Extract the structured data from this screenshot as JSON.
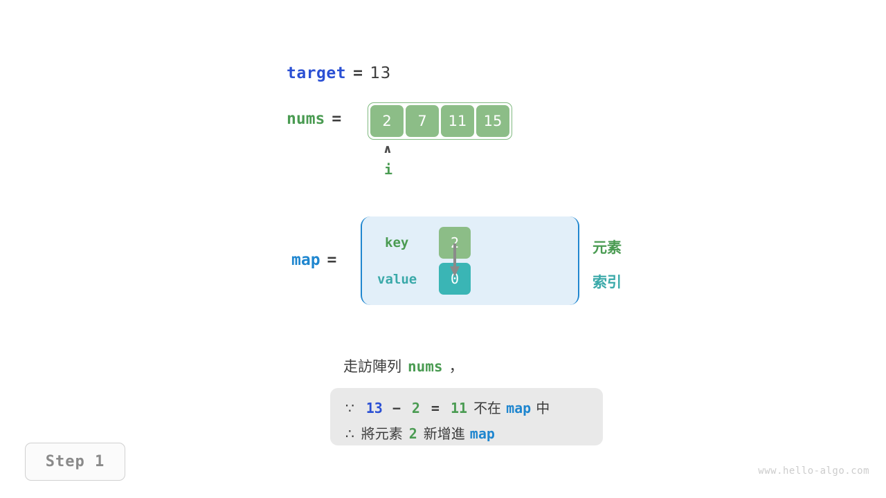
{
  "target": {
    "name": "target",
    "eq": "=",
    "value": "13"
  },
  "nums": {
    "name": "nums",
    "eq": "=",
    "cells": [
      "2",
      "7",
      "11",
      "15"
    ],
    "pointer": {
      "caret": "∧",
      "label": "i",
      "index": 0
    }
  },
  "map": {
    "name": "map",
    "eq": "=",
    "row_labels": {
      "key": "key",
      "value": "value"
    },
    "entries": [
      {
        "key": "2",
        "value": "0"
      }
    ],
    "side_labels": {
      "element": "元素",
      "index": "索引"
    }
  },
  "description": {
    "prefix": "走訪陣列",
    "var": "nums",
    "suffix": "，"
  },
  "callout": {
    "line1": {
      "symbol": "∵",
      "target_value": "13",
      "minus": "−",
      "elem_value": "2",
      "equals": "=",
      "result": "11",
      "text_mid": "不在",
      "map_name": "map",
      "text_end": "中"
    },
    "line2": {
      "symbol": "∴",
      "text_start": "將元素",
      "elem_value": "2",
      "text_mid": "新增進",
      "map_name": "map"
    }
  },
  "step_badge": "Step 1",
  "watermark": "www.hello-algo.com",
  "colors": {
    "target_blue": "#2b50d4",
    "map_blue": "#1f86cf",
    "green": "#4a9b52",
    "cell_green": "#8cbd87",
    "teal": "#3ab5b5",
    "map_bg": "#e2eff9",
    "callout_bg": "#e9e9e9",
    "text_dark": "#3c3c3c"
  }
}
